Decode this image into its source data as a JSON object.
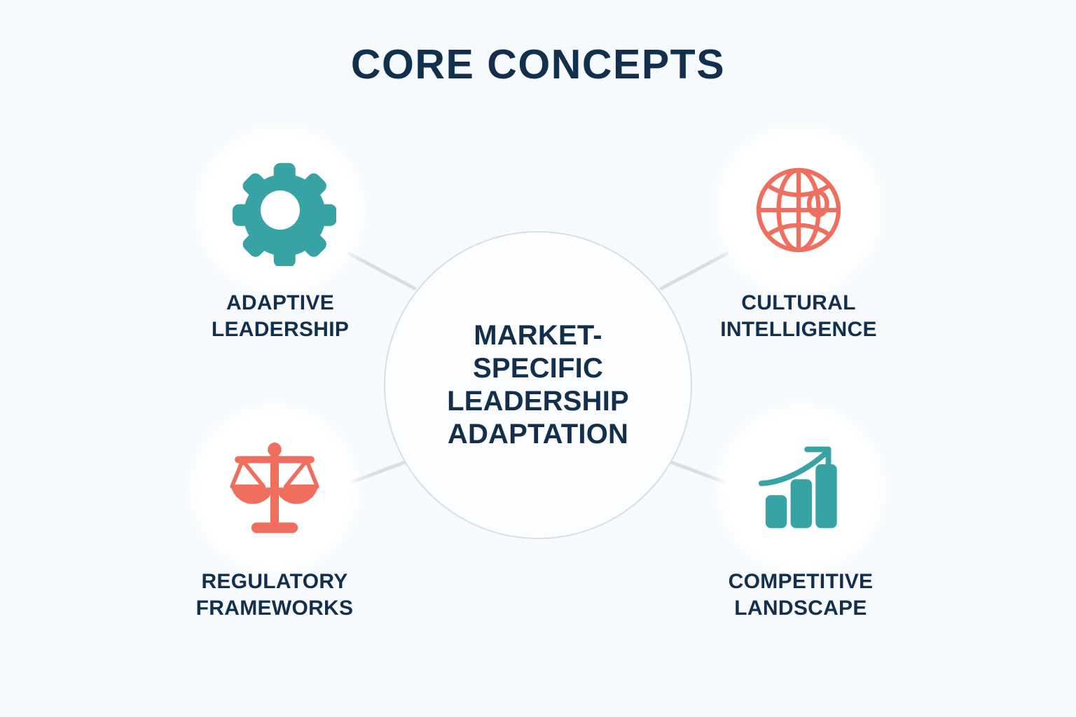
{
  "title": "CORE CONCEPTS",
  "hub": {
    "label": "MARKET-\nSPECIFIC\nLEADERSHIP\nADAPTATION",
    "label_flat": "MARKET-SPECIFIC LEADERSHIP ADAPTATION"
  },
  "colors": {
    "background": "#f6fafc",
    "navy": "#12304d",
    "teal": "#38a3a5",
    "coral": "#f06e5e",
    "line": "#d8dfe4",
    "node_circle": "#ffffff"
  },
  "nodes": [
    {
      "id": "adaptive-leadership",
      "label": "ADAPTIVE\nLEADERSHIP",
      "label_flat": "ADAPTIVE LEADERSHIP",
      "icon": "gear-icon",
      "icon_color": "#38a3a5",
      "position": "top-left"
    },
    {
      "id": "cultural-intelligence",
      "label": "CULTURAL\nINTELLIGENCE",
      "label_flat": "CULTURAL INTELLIGENCE",
      "icon": "globe-icon",
      "icon_color": "#f06e5e",
      "position": "top-right"
    },
    {
      "id": "regulatory-frameworks",
      "label": "REGULATORY\nFRAMEWORKS",
      "label_flat": "REGULATORY FRAMEWORKS",
      "icon": "scales-of-justice-icon",
      "icon_color": "#f06e5e",
      "position": "bottom-left"
    },
    {
      "id": "competitive-landscape",
      "label": "COMPETITIVE\nLANDSCAPE",
      "label_flat": "COMPETITIVE LANDSCAPE",
      "icon": "bar-chart-growth-icon",
      "icon_color": "#38a3a5",
      "position": "bottom-right"
    }
  ]
}
